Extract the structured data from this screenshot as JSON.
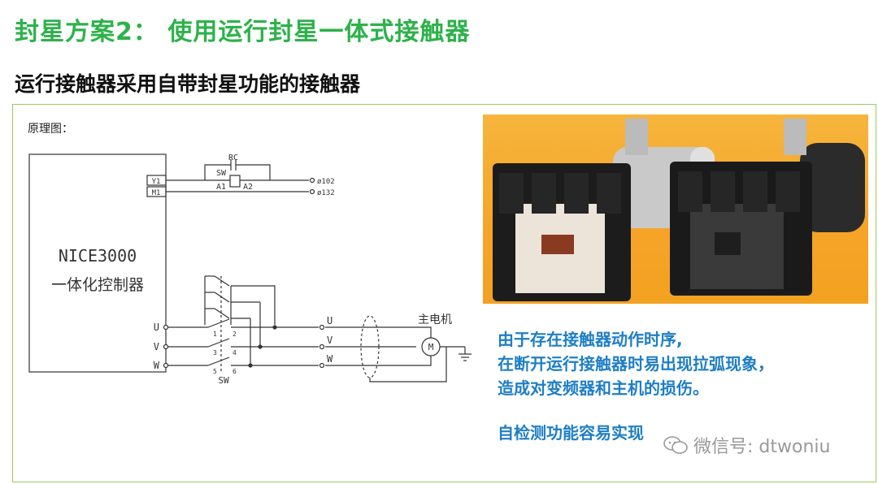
{
  "header": {
    "title": "封星方案2： 使用运行封星一体式接触器",
    "subtitle": "运行接触器采用自带封星功能的接触器"
  },
  "diagram": {
    "label": "原理图：",
    "controller_model": "NICE3000",
    "controller_name": "一体化控制器",
    "terminals": {
      "y1": "Y1",
      "m1": "M1",
      "u": "U",
      "v": "V",
      "w": "W"
    },
    "rc_label": "RC",
    "sw_label": "SW",
    "coil_a1": "A1",
    "coil_a2": "A2",
    "wire_102": "ø102",
    "wire_132": "ø132",
    "contact_numbers": [
      "1",
      "2",
      "3",
      "4",
      "5",
      "6"
    ],
    "motor_label": "主电机",
    "motor_symbol": "M",
    "out_u": "U",
    "out_v": "V",
    "out_w": "W"
  },
  "notes": {
    "line1": "由于存在接触器动作时序,",
    "line2": "在断开运行接触器时易出现拉弧现象，",
    "line3": "造成对变频器和主机的损伤。",
    "line4": "自检测功能容易实现"
  },
  "watermark": {
    "text": "微信号: dtwoniu"
  },
  "colors": {
    "title_green": "#2db24a",
    "note_blue": "#1e7ec6",
    "frame_green": "#9acd5a",
    "photo_orange": "#f7a52a"
  }
}
